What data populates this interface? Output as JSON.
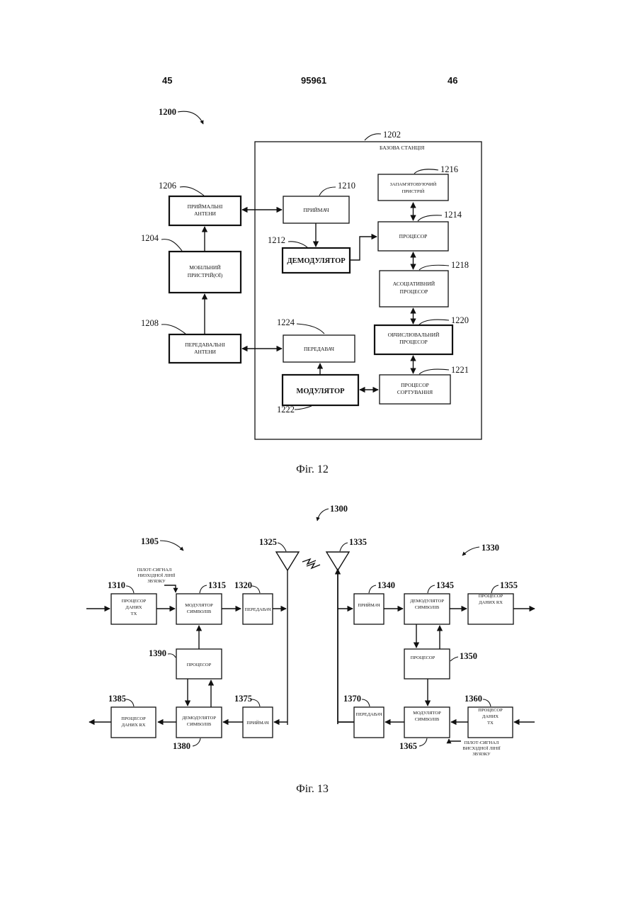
{
  "header": {
    "left_page": "45",
    "doc_number": "95961",
    "right_page": "46"
  },
  "fig12": {
    "caption": "Фіг. 12",
    "ref_system": "1200",
    "base_station": {
      "ref": "1202",
      "label": "БАЗОВА СТАНЦІЯ"
    },
    "rx_antennas": {
      "ref": "1206",
      "line1": "ПРИЙМАЛЬНІ",
      "line2": "АНТЕНИ"
    },
    "mobile": {
      "ref": "1204",
      "line1": "МОБІЛЬНИЙ",
      "line2": "ПРИСТРІЙ(ОЇ)"
    },
    "tx_antennas": {
      "ref": "1208",
      "line1": "ПЕРЕДАВАЛЬНІ",
      "line2": "АНТЕНИ"
    },
    "receiver": {
      "ref": "1210",
      "label": "ПРИЙМАЧ"
    },
    "demodulator": {
      "ref": "1212",
      "label": "ДЕМОДУЛЯТОР"
    },
    "memory": {
      "ref": "1216",
      "line1": "ЗАПАМ'ЯТОВУЮЧИЙ",
      "line2": "ПРИСТРІЙ"
    },
    "processor": {
      "ref": "1214",
      "label": "ПРОЦЕСОР"
    },
    "assoc": {
      "ref": "1218",
      "line1": "АСОЦІАТИВНИЙ",
      "line2": "ПРОЦЕСОР"
    },
    "compute": {
      "ref": "1220",
      "line1": "ОБЧИСЛЮВАЛЬНИЙ",
      "line2": "ПРОЦЕСОР"
    },
    "transmitter": {
      "ref": "1224",
      "label": "ПЕРЕДАВАЧ"
    },
    "modulator": {
      "ref": "1222",
      "label": "МОДУЛЯТОР"
    },
    "sort": {
      "ref": "1221",
      "line1": "ПРОЦЕСОР",
      "line2": "СОРТУВАННЯ"
    }
  },
  "fig13": {
    "caption": "Фіг. 13",
    "ref_system": "1300",
    "ref_access_point": "1305",
    "ref_terminal": "1330",
    "ref_antenna_left": "1325",
    "ref_antenna_right": "1335",
    "tx_data_proc_l": {
      "ref": "1310",
      "line1": "ПРОЦЕСОР",
      "line2": "ДАНИХ",
      "line3": "ТХ"
    },
    "pilot_down": {
      "line1": "ПІЛОТ-СИГНАЛ",
      "line2": "НИЗХІДНОЇ ЛІНІЇ",
      "line3": "ЗВ'ЯЗКУ"
    },
    "sym_mod_l": {
      "ref": "1315",
      "line1": "МОДУЛЯТОР",
      "line2": "СИМВОЛІВ"
    },
    "tx_l": {
      "ref": "1320",
      "label": "ПЕРЕДАВАЧ"
    },
    "proc_l": {
      "ref": "1390",
      "label": "ПРОЦЕСОР"
    },
    "rx_data_proc_l": {
      "ref": "1385",
      "line1": "ПРОЦЕСОР",
      "line2": "ДАНИХ RX"
    },
    "sym_demod_l": {
      "ref": "1380",
      "line1": "ДЕМОДУЛЯТОР",
      "line2": "СИМВОЛІВ"
    },
    "rx_l": {
      "ref": "1375",
      "label": "ПРИЙМАЧ"
    },
    "rx_r": {
      "ref": "1340",
      "label": "ПРИЙМАЧ"
    },
    "sym_demod_r": {
      "ref": "1345",
      "line1": "ДЕМОДУЛЯТОР",
      "line2": "СИМВОЛІВ"
    },
    "rx_data_proc_r": {
      "ref": "1355",
      "line1": "ПРОЦЕСОР",
      "line2": "ДАНИХ RX"
    },
    "proc_r": {
      "ref": "1350",
      "label": "ПРОЦЕСОР"
    },
    "tx_r": {
      "ref": "1370",
      "label": "ПЕРЕДАВАЧ"
    },
    "sym_mod_r": {
      "ref": "1365",
      "line1": "МОДУЛЯТОР",
      "line2": "СИМВОЛІВ"
    },
    "tx_data_proc_r": {
      "ref": "1360",
      "line1": "ПРОЦЕСОР",
      "line2": "ДАНИХ",
      "line3": "ТХ"
    },
    "pilot_up": {
      "line1": "ПІЛОТ-СИГНАЛ",
      "line2": "ВИСХІДНОЇ ЛІНІЇ",
      "line3": "ЗВ'ЯЗКУ"
    }
  }
}
